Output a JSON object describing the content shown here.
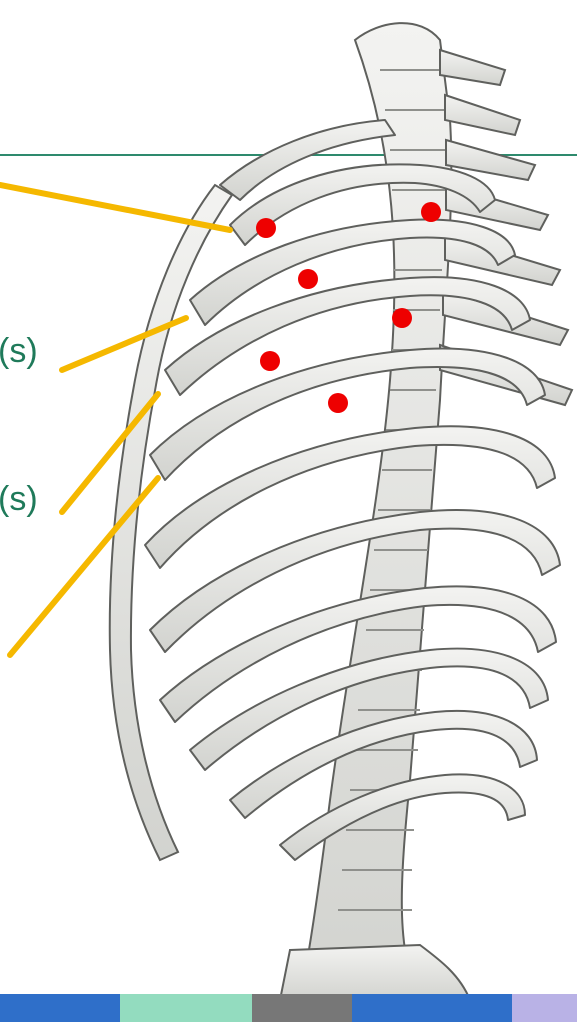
{
  "labels": [
    {
      "id": "upper",
      "text": "(s)"
    },
    {
      "id": "lower",
      "text": "(s)"
    }
  ],
  "colors": {
    "header_rule": "#2e8a6d",
    "label_text": "#1f7a5a",
    "pointer": "#f5b800",
    "marker": "#ee0000",
    "bone_fill": "#e5e6e3",
    "bone_outline": "#5f605d",
    "footer": [
      "#2f6fc9",
      "#93dcbf",
      "#777777",
      "#2f6fc9",
      "#b9b2e6"
    ]
  },
  "markers": {
    "count": 6,
    "color": "red",
    "shape": "dot"
  },
  "pointers": {
    "count": 4,
    "color": "yellow"
  }
}
